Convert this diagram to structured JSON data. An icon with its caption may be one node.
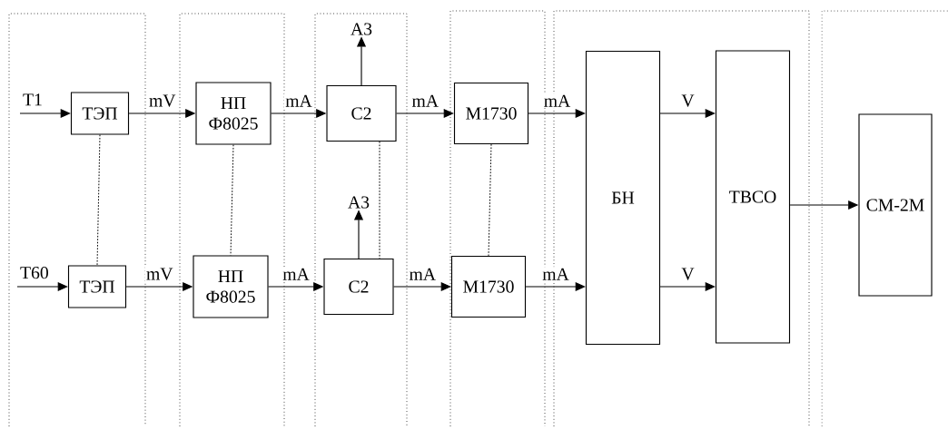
{
  "diagram": {
    "nodes": [
      {
        "text": [
          "А3"
        ]
      },
      {
        "text": [
          "ТЭП"
        ]
      },
      {
        "text": [
          "НП Ф8025"
        ]
      },
      {
        "text": [
          "С2"
        ]
      },
      {
        "text": [
          "М1730"
        ]
      },
      {
        "text": [
          "БН"
        ]
      },
      {
        "text": [
          "ТВСО"
        ]
      },
      {
        "text": [
          "СМ-2М"
        ]
      },
      {
        "text": [
          "А3"
        ]
      },
      {
        "text": [
          "ТЭП"
        ]
      },
      {
        "text": [
          "НП Ф8025"
        ]
      },
      {
        "text": [
          "С2"
        ]
      },
      {
        "text": [
          "М1730"
        ]
      }
    ],
    "edges": [
      {
        "from": null,
        "to": 1,
        "arrow": "to",
        "label": "Т1"
      },
      {
        "from": 1,
        "to": 2,
        "arrow": "to",
        "label": "mV"
      },
      {
        "from": 2,
        "to": 3,
        "arrow": "to",
        "label": "mA"
      },
      {
        "from": 3,
        "to": 0,
        "arrow": "to"
      },
      {
        "from": 3,
        "to": 4,
        "arrow": "to",
        "label": "mA"
      },
      {
        "from": 4,
        "to": 5,
        "arrow": "to",
        "label": "mA"
      },
      {
        "from": 5,
        "to": 6,
        "arrow": "to",
        "label": "V"
      },
      {
        "from": 6,
        "to": 7,
        "arrow": "to"
      },
      {
        "from": null,
        "to": 9,
        "arrow": "to",
        "label": "Т60"
      },
      {
        "from": 9,
        "to": 10,
        "arrow": "to",
        "label": "mV"
      },
      {
        "from": 10,
        "to": 11,
        "arrow": "to",
        "label": "mA"
      },
      {
        "from": 11,
        "to": 8,
        "arrow": "to"
      },
      {
        "from": 11,
        "to": 12,
        "arrow": "to",
        "label": "mA"
      },
      {
        "from": 12,
        "to": 5,
        "arrow": "to",
        "label": "mA"
      },
      {
        "from": 5,
        "to": 6,
        "arrow": "to",
        "label": "V"
      },
      {
        "from": 1,
        "to": 9,
        "arrow": "none",
        "style": "dashed"
      },
      {
        "from": 2,
        "to": 10,
        "arrow": "none",
        "style": "dashed"
      },
      {
        "from": 3,
        "to": 11,
        "arrow": "none",
        "style": "dashed"
      },
      {
        "from": 4,
        "to": 12,
        "arrow": "none",
        "style": "dashed"
      }
    ]
  }
}
